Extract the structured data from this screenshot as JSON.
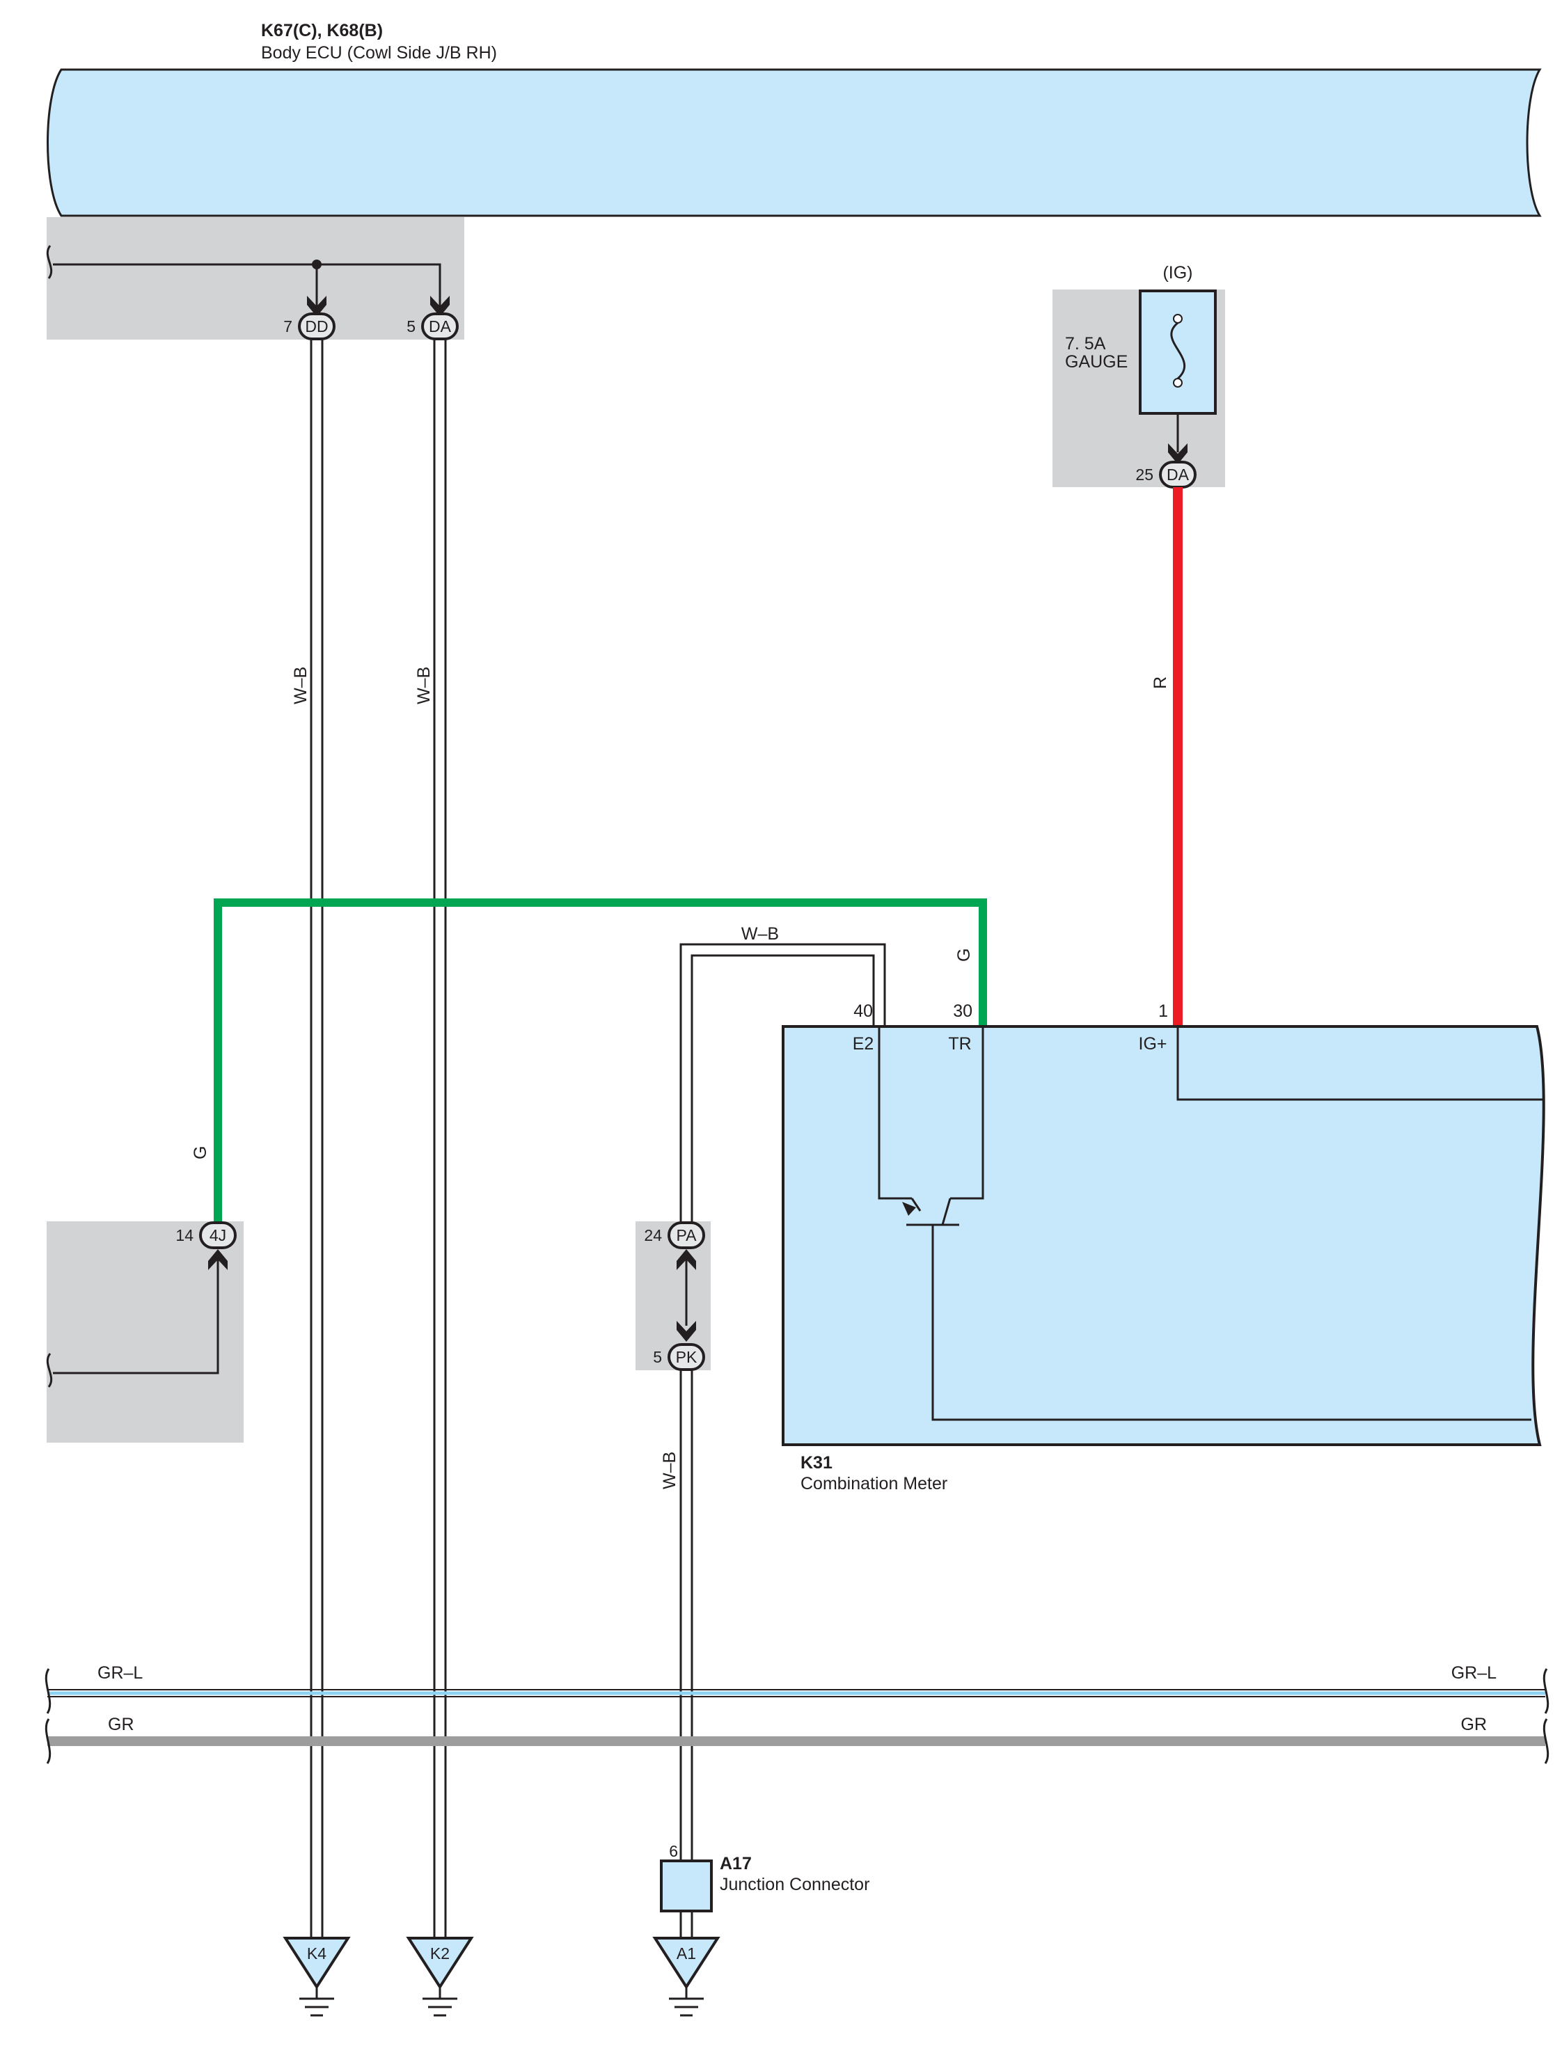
{
  "components": {
    "body_ecu": {
      "code": "K67(C), K68(B)",
      "name": "Body ECU (Cowl Side J/B RH)"
    },
    "combination_meter": {
      "code": "K31",
      "name": "Combination Meter"
    },
    "junction_connector": {
      "code": "A17",
      "name": "Junction Connector",
      "pin": "6"
    }
  },
  "fuse": {
    "label": "(IG)",
    "rating": "7. 5A",
    "name": "GAUGE"
  },
  "connectors": [
    {
      "id": "DD",
      "pin": "7"
    },
    {
      "id": "DA",
      "pin": "5"
    },
    {
      "id": "DA",
      "pin": "25"
    },
    {
      "id": "4J",
      "pin": "14"
    },
    {
      "id": "PA",
      "pin": "24"
    },
    {
      "id": "PK",
      "pin": "5"
    }
  ],
  "meter_terminals": [
    {
      "pin": "40",
      "name": "E2"
    },
    {
      "pin": "30",
      "name": "TR"
    },
    {
      "pin": "1",
      "name": "IG+"
    }
  ],
  "wire_colors": {
    "w_b_left_1": "W–B",
    "w_b_left_2": "W–B",
    "r": "R",
    "g_main": "G",
    "g_left": "G",
    "w_b_top": "W–B",
    "w_b_bottom": "W–B"
  },
  "buses": [
    {
      "name": "GR–L",
      "color": "#8fd3f4"
    },
    {
      "name": "GR",
      "color": "#9d9d9d"
    }
  ],
  "grounds": [
    "K4",
    "K2",
    "A1"
  ],
  "colors": {
    "component_fill": "#c6e8fa",
    "shaded_box": "#d1d3d4",
    "wire_green": "#00a651",
    "wire_red": "#ed1c24",
    "line": "#231f20"
  }
}
